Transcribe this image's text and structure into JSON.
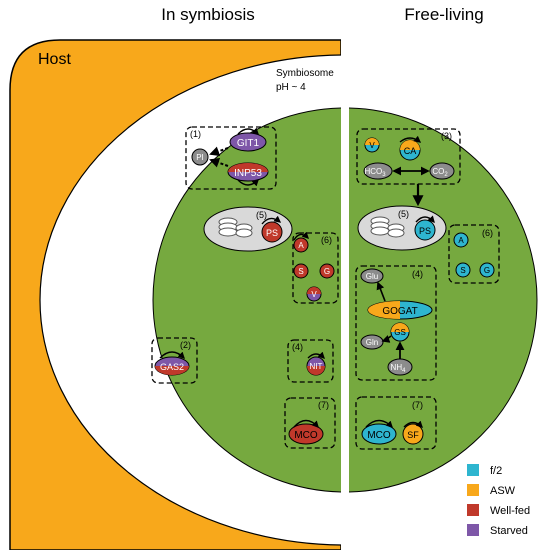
{
  "titles": {
    "left": "In symbiosis",
    "right": "Free-living"
  },
  "labels": {
    "host": "Host",
    "symbiosome_line1": "Symbiosome",
    "symbiosome_line2": "pH ~ 4"
  },
  "modules": {
    "m1": "(1)",
    "m2": "(2)",
    "m3": "(3)",
    "m4": "(4)",
    "m5_left": "(5)",
    "m5_right": "(5)",
    "m6_left": "(6)",
    "m6_right": "(6)",
    "m7_left": "(7)",
    "m7_right": "(7)",
    "m4_left": "(4)"
  },
  "genes": {
    "git1": "GIT1",
    "inp53": "INP53",
    "pi": "PI",
    "gas2": "GAS2",
    "ps": "PS",
    "a": "A",
    "s": "S",
    "g": "G",
    "v": "V",
    "nit": "NIT",
    "mco": "MCO",
    "ca": "CA",
    "hco3": "HCO",
    "co2": "CO",
    "glu": "Glu",
    "gogat": "GOGAT",
    "gs": "GS",
    "gln": "Gln",
    "nh": "NH",
    "sf": "SF",
    "sub3": "3",
    "sub2": "2",
    "sub4": "4"
  },
  "legend": [
    {
      "label": "f/2",
      "color": "#2eb5cf"
    },
    {
      "label": "ASW",
      "color": "#f8a81b"
    },
    {
      "label": "Well-fed",
      "color": "#c0392b"
    },
    {
      "label": "Starved",
      "color": "#7e57a8"
    }
  ],
  "colors": {
    "host": "#f8a81b",
    "cell": "#76a93f",
    "f2": "#2eb5cf",
    "asw": "#f8a81b",
    "wellfed": "#c0392b",
    "starved": "#7e57a8",
    "grey": "#8c8c8c"
  }
}
